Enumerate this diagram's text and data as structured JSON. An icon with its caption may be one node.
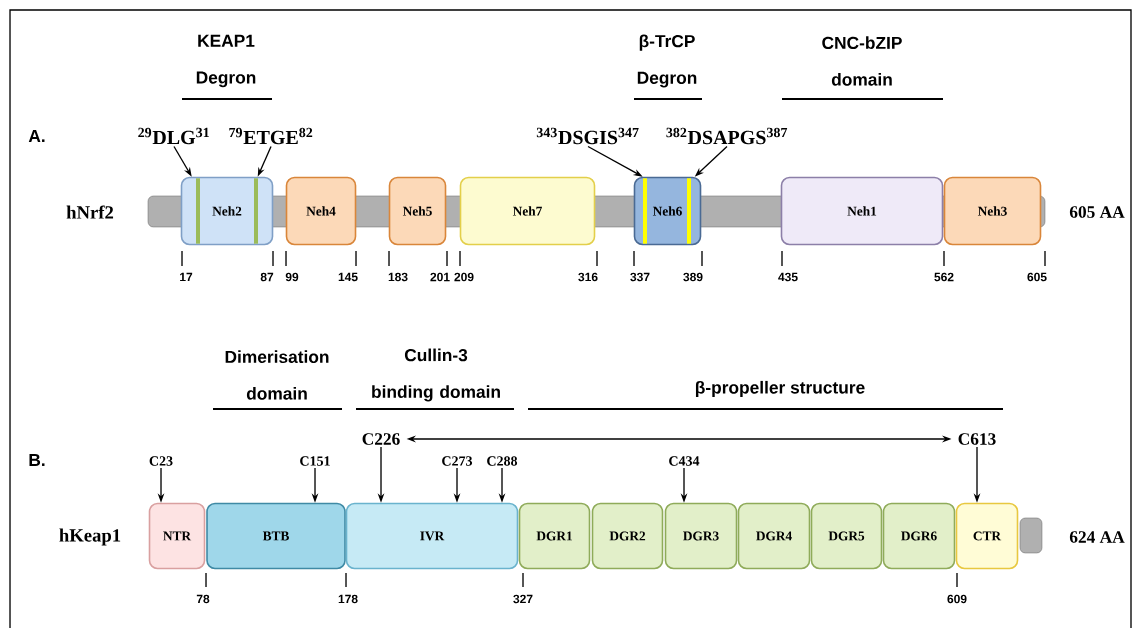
{
  "diagram": {
    "nodes": [
      {
        "text": [
          "Neh2"
        ]
      },
      {
        "text": [
          "Neh4"
        ]
      },
      {
        "text": [
          "Neh5"
        ]
      },
      {
        "text": [
          "Neh7"
        ]
      },
      {
        "text": [
          "Neh6"
        ]
      },
      {
        "text": [
          "Neh1"
        ]
      },
      {
        "text": [
          "Neh3"
        ]
      },
      {
        "text": [
          "$^{29}$DLG$^{31}$"
        ]
      },
      {
        "text": [
          "$^{79}$ETGE$^{82}$"
        ]
      },
      {
        "text": [
          "$^{343}$DSGIS$^{347}$"
        ]
      },
      {
        "text": [
          "$^{382}$DSAPGS$^{387}$"
        ]
      },
      {
        "text": [
          "NTR"
        ]
      },
      {
        "text": [
          "BTB"
        ]
      },
      {
        "text": [
          "IVR"
        ]
      },
      {
        "text": [
          "DGR1"
        ]
      },
      {
        "text": [
          "DGR2"
        ]
      },
      {
        "text": [
          "DGR3"
        ]
      },
      {
        "text": [
          "DGR4"
        ]
      },
      {
        "text": [
          "DGR5"
        ]
      },
      {
        "text": [
          "DGR6"
        ]
      },
      {
        "text": [
          "CTR"
        ]
      },
      {
        "text": [
          "C23"
        ]
      },
      {
        "text": [
          "C151"
        ]
      },
      {
        "text": [
          "C226"
        ]
      },
      {
        "text": [
          "C273"
        ]
      },
      {
        "text": [
          "C288"
        ]
      },
      {
        "text": [
          "C434"
        ]
      },
      {
        "text": [
          "C613"
        ]
      },
      {
        "text": [],
        "shape": "bar"
      },
      {
        "text": [],
        "shape": "bar"
      }
    ],
    "edges": [
      {
        "from": 7,
        "to": 0,
        "arrow": "to"
      },
      {
        "from": 8,
        "to": 0,
        "arrow": "to"
      },
      {
        "from": 9,
        "to": 4,
        "arrow": "to"
      },
      {
        "from": 10,
        "to": 4,
        "arrow": "to"
      },
      {
        "from": 21,
        "to": 11,
        "arrow": "to"
      },
      {
        "from": 22,
        "to": 12,
        "arrow": "to"
      },
      {
        "from": 23,
        "to": 13,
        "arrow": "to"
      },
      {
        "from": 24,
        "to": 13,
        "arrow": "to"
      },
      {
        "from": 25,
        "to": 13,
        "arrow": "to"
      },
      {
        "from": 26,
        "to": 16,
        "arrow": "to"
      },
      {
        "from": 27,
        "to": 20,
        "arrow": "to"
      },
      {
        "from": 23,
        "to": 27,
        "arrow": "both"
      }
    ],
    "labels": [
      "KEAP1 Degron",
      "β-TrCP Degron",
      "CNC-bZIP domain",
      "A.",
      "hNrf2",
      "605 AA",
      "17",
      "87",
      "99",
      "145",
      "183",
      "201",
      "209",
      "316",
      "337",
      "389",
      "435",
      "562",
      "605",
      "Dimerisation domain",
      "Cullin-3 binding domain",
      "β-propeller structure",
      "B.",
      "hKeap1",
      "624 AA",
      "78",
      "178",
      "327",
      "609"
    ]
  }
}
